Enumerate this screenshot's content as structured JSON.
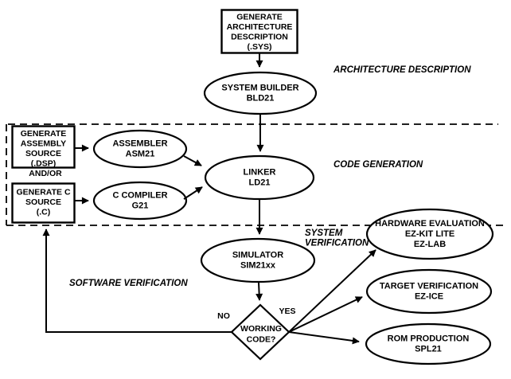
{
  "labels": {
    "architecture_description": "ARCHITECTURE DESCRIPTION",
    "code_generation": "CODE GENERATION",
    "system_verification": [
      "SYSTEM",
      "VERIFICATION"
    ],
    "software_verification": "SOFTWARE VERIFICATION",
    "and_or": "AND/OR",
    "no": "NO",
    "yes": "YES"
  },
  "nodes": {
    "generate_architecture": {
      "lines": [
        "GENERATE",
        "ARCHITECTURE",
        "DESCRIPTION",
        "(.SYS)"
      ]
    },
    "system_builder": {
      "lines": [
        "SYSTEM BUILDER",
        "BLD21"
      ]
    },
    "generate_assembly": {
      "lines": [
        "GENERATE",
        "ASSEMBLY",
        "SOURCE",
        "(.DSP)"
      ]
    },
    "assembler": {
      "lines": [
        "ASSEMBLER",
        "ASM21"
      ]
    },
    "generate_c": {
      "lines": [
        "GENERATE C",
        "SOURCE",
        "(.C)"
      ]
    },
    "c_compiler": {
      "lines": [
        "C COMPILER",
        "G21"
      ]
    },
    "linker": {
      "lines": [
        "LINKER",
        "LD21"
      ]
    },
    "simulator": {
      "lines": [
        "SIMULATOR",
        "SIM21xx"
      ]
    },
    "working_code": {
      "lines": [
        "WORKING",
        "CODE?"
      ]
    },
    "hardware_evaluation": {
      "lines": [
        "HARDWARE EVALUATION",
        "EZ-KIT LITE",
        "EZ-LAB"
      ]
    },
    "target_verification": {
      "lines": [
        "TARGET VERIFICATION",
        "EZ-ICE"
      ]
    },
    "rom_production": {
      "lines": [
        "ROM PRODUCTION",
        "SPL21"
      ]
    }
  },
  "colors": {
    "ink": "#000000",
    "background": "#ffffff"
  }
}
